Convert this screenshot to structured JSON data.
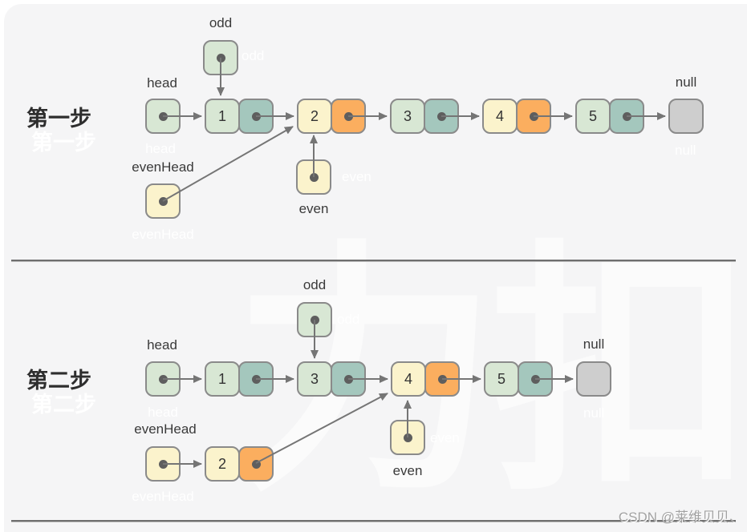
{
  "colors": {
    "panel_bg": "#f5f5f6",
    "node_value_green": "#d8e7d4",
    "node_pointer_teal": "#a4c7bd",
    "node_value_yellow": "#fbf3cc",
    "node_pointer_orange": "#fbae5f",
    "null_gray": "#cecece",
    "border_gray": "#8a8a8a",
    "arrow_gray": "#757575",
    "text_dark": "#333333"
  },
  "watermarks": {
    "csdn": "CSDN @莱维贝贝、",
    "logo_ghost": "力扣"
  },
  "step1": {
    "title": "第一步",
    "labels": {
      "odd": "odd",
      "head": "head",
      "even_head": "evenHead",
      "even": "even",
      "null": "null"
    },
    "nodes": [
      {
        "value": "1"
      },
      {
        "value": "2"
      },
      {
        "value": "3"
      },
      {
        "value": "4"
      },
      {
        "value": "5"
      }
    ]
  },
  "step2": {
    "title": "第二步",
    "labels": {
      "odd": "odd",
      "head": "head",
      "even_head": "evenHead",
      "even": "even",
      "null": "null"
    },
    "nodes": [
      {
        "value": "1"
      },
      {
        "value": "3"
      },
      {
        "value": "4"
      },
      {
        "value": "5"
      }
    ],
    "even_list_node": {
      "value": "2"
    }
  }
}
